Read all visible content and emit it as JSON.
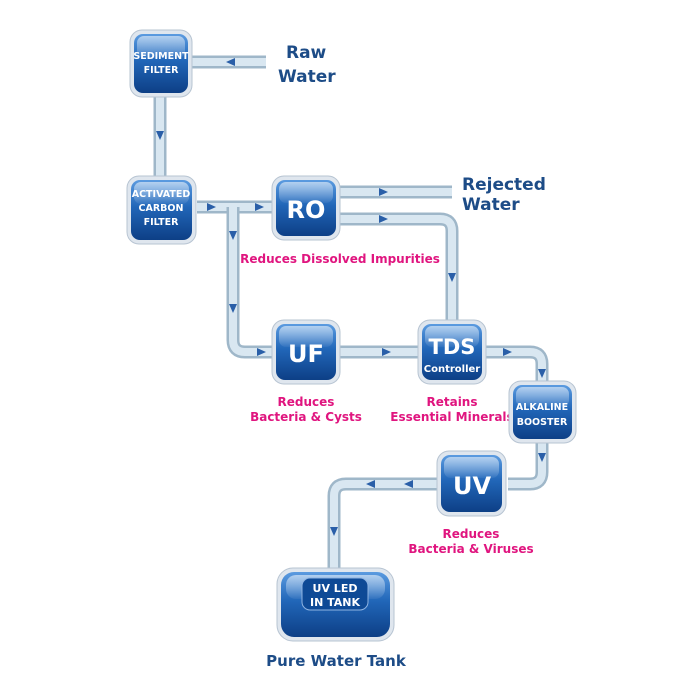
{
  "source": {
    "line1": "Raw",
    "line2": "Water"
  },
  "reject": {
    "line1": "Rejected",
    "line2": "Water"
  },
  "stages": {
    "sediment": {
      "line1": "SEDIMENT",
      "line2": "FILTER"
    },
    "carbon": {
      "line1": "ACTIVATED",
      "line2": "CARBON",
      "line3": "FILTER"
    },
    "ro": {
      "label": "RO",
      "note": "Reduces Dissolved Impurities"
    },
    "uf": {
      "label": "UF",
      "note_line1": "Reduces",
      "note_line2": "Bacteria & Cysts"
    },
    "tds": {
      "label": "TDS",
      "sublabel": "Controller",
      "note_line1": "Retains",
      "note_line2": "Essential Minerals"
    },
    "alkaline": {
      "line1": "ALKALINE",
      "line2": "BOOSTER"
    },
    "uv": {
      "label": "UV",
      "note_line1": "Reduces",
      "note_line2": "Bacteria & Viruses"
    },
    "tank": {
      "line1": "UV LED",
      "line2": "IN TANK",
      "caption": "Pure Water Tank"
    }
  },
  "colors": {
    "box_blue": "#1f5fb0",
    "label_navy": "#1d4c87",
    "note_magenta": "#e0157f",
    "pipe": "#cfe0ec",
    "arrow": "#2a5fa8"
  }
}
